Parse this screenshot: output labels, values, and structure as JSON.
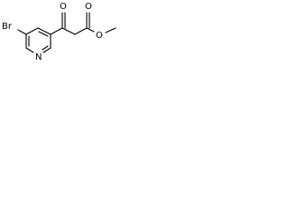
{
  "structure": {
    "atoms": {
      "bromine": "Br",
      "nitrogen": "N",
      "ketone_oxygen": "O",
      "ester_carbonyl_oxygen": "O",
      "ester_oxygen": "O"
    },
    "colors": {
      "bonds": "#000000",
      "labels": "#000000",
      "background": "#ffffff"
    }
  }
}
